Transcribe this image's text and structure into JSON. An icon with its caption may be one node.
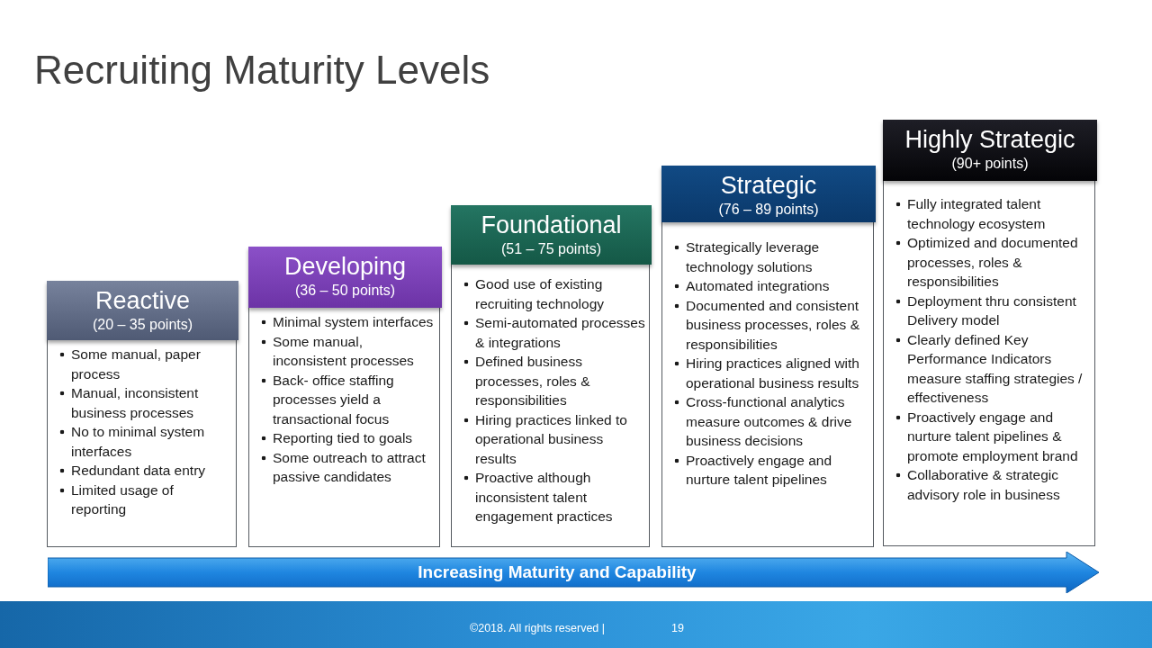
{
  "diagram": {
    "title": "Recruiting Maturity Levels",
    "nodes": [
      {
        "text": [
          "Reactive",
          "(20 – 35 points)",
          "Some manual, paper process",
          "Manual, inconsistent business processes",
          "No to minimal system interfaces",
          "Redundant data entry",
          "Limited usage of reporting"
        ]
      },
      {
        "text": [
          "Developing",
          "(36 – 50 points)",
          "Minimal system interfaces",
          "Some manual, inconsistent processes",
          "Back- office staffing processes yield a transactional focus",
          "Reporting tied to goals",
          "Some outreach to attract passive candidates"
        ]
      },
      {
        "text": [
          "Foundational",
          "(51 – 75 points)",
          "Good use of existing recruiting technology",
          "Semi-automated processes & integrations",
          "Defined business processes, roles & responsibilities",
          "Hiring practices linked to operational business results",
          "Proactive although inconsistent talent engagement practices"
        ]
      },
      {
        "text": [
          "Strategic",
          "(76 – 89 points)",
          "Strategically leverage technology solutions",
          "Automated integrations",
          "Documented and consistent business processes, roles & responsibilities",
          "Hiring practices aligned with operational business results",
          "Cross-functional analytics measure outcomes & drive business decisions",
          "Proactively engage and nurture talent pipelines"
        ]
      },
      {
        "text": [
          "Highly Strategic",
          "(90+ points)",
          "Fully integrated talent technology ecosystem",
          "Optimized and documented processes, roles & responsibilities",
          "Deployment thru consistent Delivery model",
          "Clearly defined Key Performance Indicators measure staffing strategies / effectiveness",
          "Proactively engage and nurture talent pipelines & promote employment brand",
          "Collaborative & strategic advisory role in business"
        ]
      },
      {
        "text": [
          "Increasing Maturity and Capability"
        ]
      }
    ],
    "labels": [
      "©2018. All rights reserved |",
      "19"
    ]
  }
}
